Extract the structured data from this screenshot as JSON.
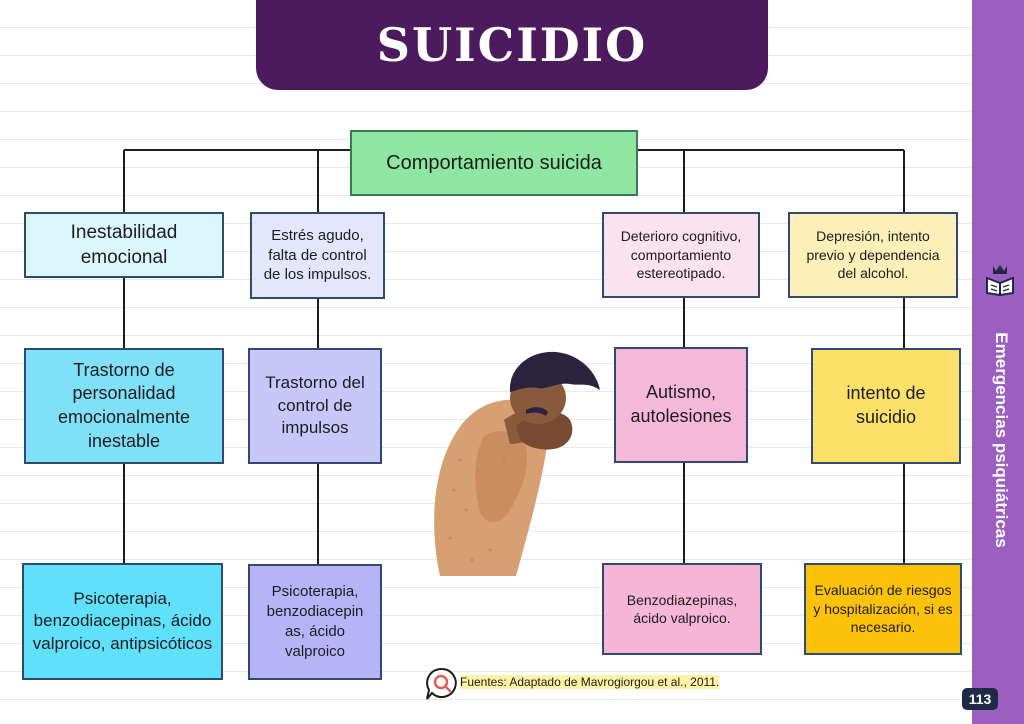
{
  "title": "SUICIDIO",
  "sidebar": {
    "label": "Emergencias psiquiátricas"
  },
  "page_number": "113",
  "diagram": {
    "root": "Comportamiento suicida",
    "columns": [
      {
        "factor": "Inestabilidad emocional",
        "condition": "Trastorno de personalidad emocionalmente inestable",
        "treatment": "Psicoterapia, benzodiacepinas, ácido valproico, antipsicóticos"
      },
      {
        "factor": "Estrés agudo, falta de control de los impulsos.",
        "condition": "Trastorno del control de impulsos",
        "treatment": "Psicoterapia, benzodiacepin as, ácido valproico"
      },
      {
        "factor": "Deterioro cognitivo, comportamiento estereotipado.",
        "condition": "Autismo, autolesiones",
        "treatment": "Benzodiazepinas, ácido valproico."
      },
      {
        "factor": "Depresión, intento previo y dependencia del alcohol.",
        "condition": "intento de suicidio",
        "treatment": "Evaluación de riesgos y hospitalización, si es necesario."
      }
    ]
  },
  "source_note": "Fuentes: Adaptado de Mavrogiorgou et al., 2011.",
  "colors": {
    "title_bar": "#4b1b5e",
    "sidebar": "#9b5fc0",
    "page_badge": "#1f2a44",
    "connector": "#1d1d1d"
  },
  "icons": {
    "sidebar": "book-crown-icon",
    "source": "magnifier-icon"
  }
}
